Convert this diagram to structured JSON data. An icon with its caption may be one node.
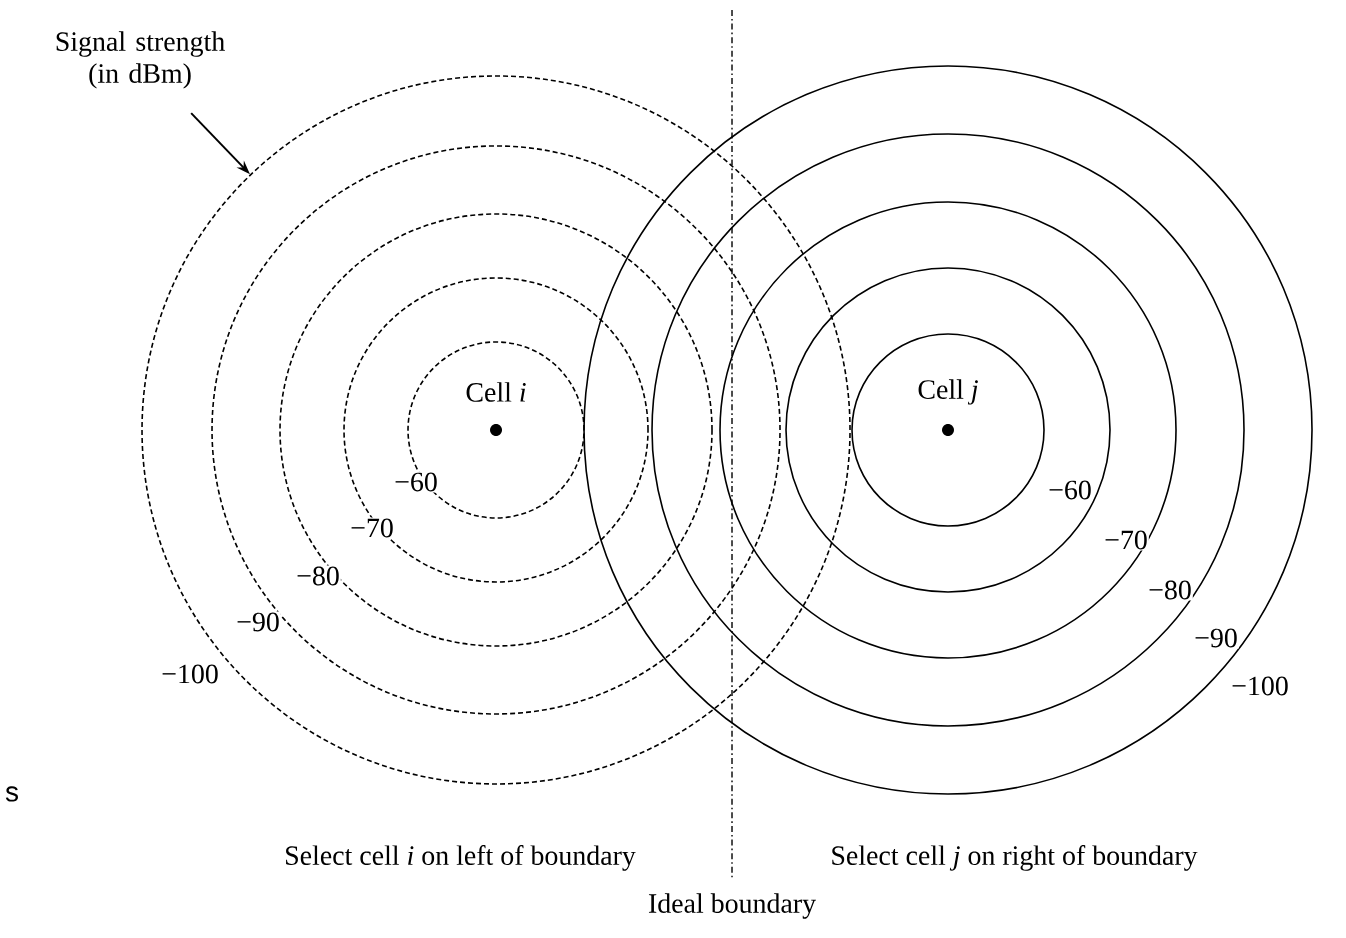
{
  "diagram": {
    "nodes": [
      {
        "text": [
          "Signal strength (in dBm)"
        ]
      },
      {
        "text": [],
        "shape": "circle"
      }
    ],
    "edges": [
      {
        "from": 0,
        "to": 1,
        "arrow": "to"
      }
    ],
    "labels": [
      "Cell *i*",
      "Cell *j*",
      "−60",
      "−60",
      "−70",
      "−70",
      "−80",
      "−80",
      "−90",
      "−90",
      "−100",
      "−100",
      "s",
      "Select cell *i* on left of boundary",
      "Select cell *j* on right of boundary",
      "Ideal boundary"
    ]
  }
}
